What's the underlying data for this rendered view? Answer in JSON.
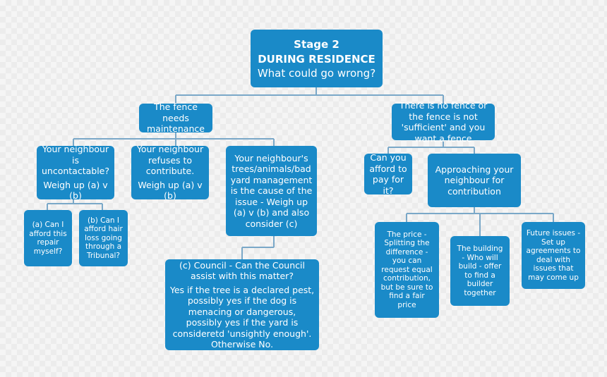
{
  "root": {
    "stage": "Stage 2",
    "title": "DURING RESIDENCE",
    "question": "What could go wrong?"
  },
  "fence_maintenance": {
    "text": "The fence needs maintenance"
  },
  "no_fence": {
    "text": "There is no fence or the fence is not 'sufficient' and you want a fence"
  },
  "uncontactable": {
    "text": "Your neighbour is uncontactable?",
    "weigh": "Weigh up  (a) v (b)"
  },
  "refuses": {
    "text": "Your neighbour refuses to contribute.",
    "weigh": "Weigh up (a) v (b)"
  },
  "trees": {
    "text": "Your neighbour's trees/animals/bad yard management is the cause of the issue - Weigh up (a) v (b) and also consider (c)"
  },
  "option_a": {
    "text": "(a) Can I afford this repair myself?"
  },
  "option_b": {
    "text": "(b) Can I afford hair loss going through a Tribunal?"
  },
  "council": {
    "heading": "(c) Council - Can the Council assist with this matter?",
    "body": "Yes if the tree is a declared pest, possibly yes if the dog is menacing or dangerous, possibly yes if the yard is consideretd 'unsightly enough'. Otherwise No."
  },
  "afford": {
    "text": "Can you afford to pay for it?"
  },
  "approaching": {
    "text": "Approaching your neighbour for contribution"
  },
  "price": {
    "text": "The price - Splitting the difference - you can request equal contribution, but be sure to find a fair price"
  },
  "building": {
    "text": "The building - Who will build - offer to find a builder together"
  },
  "future": {
    "text": "Future issues - Set up agreements to deal with issues that may come up"
  },
  "colors": {
    "node": "#1a8ac8",
    "connector": "#7aa8c8",
    "text": "#ffffff"
  }
}
